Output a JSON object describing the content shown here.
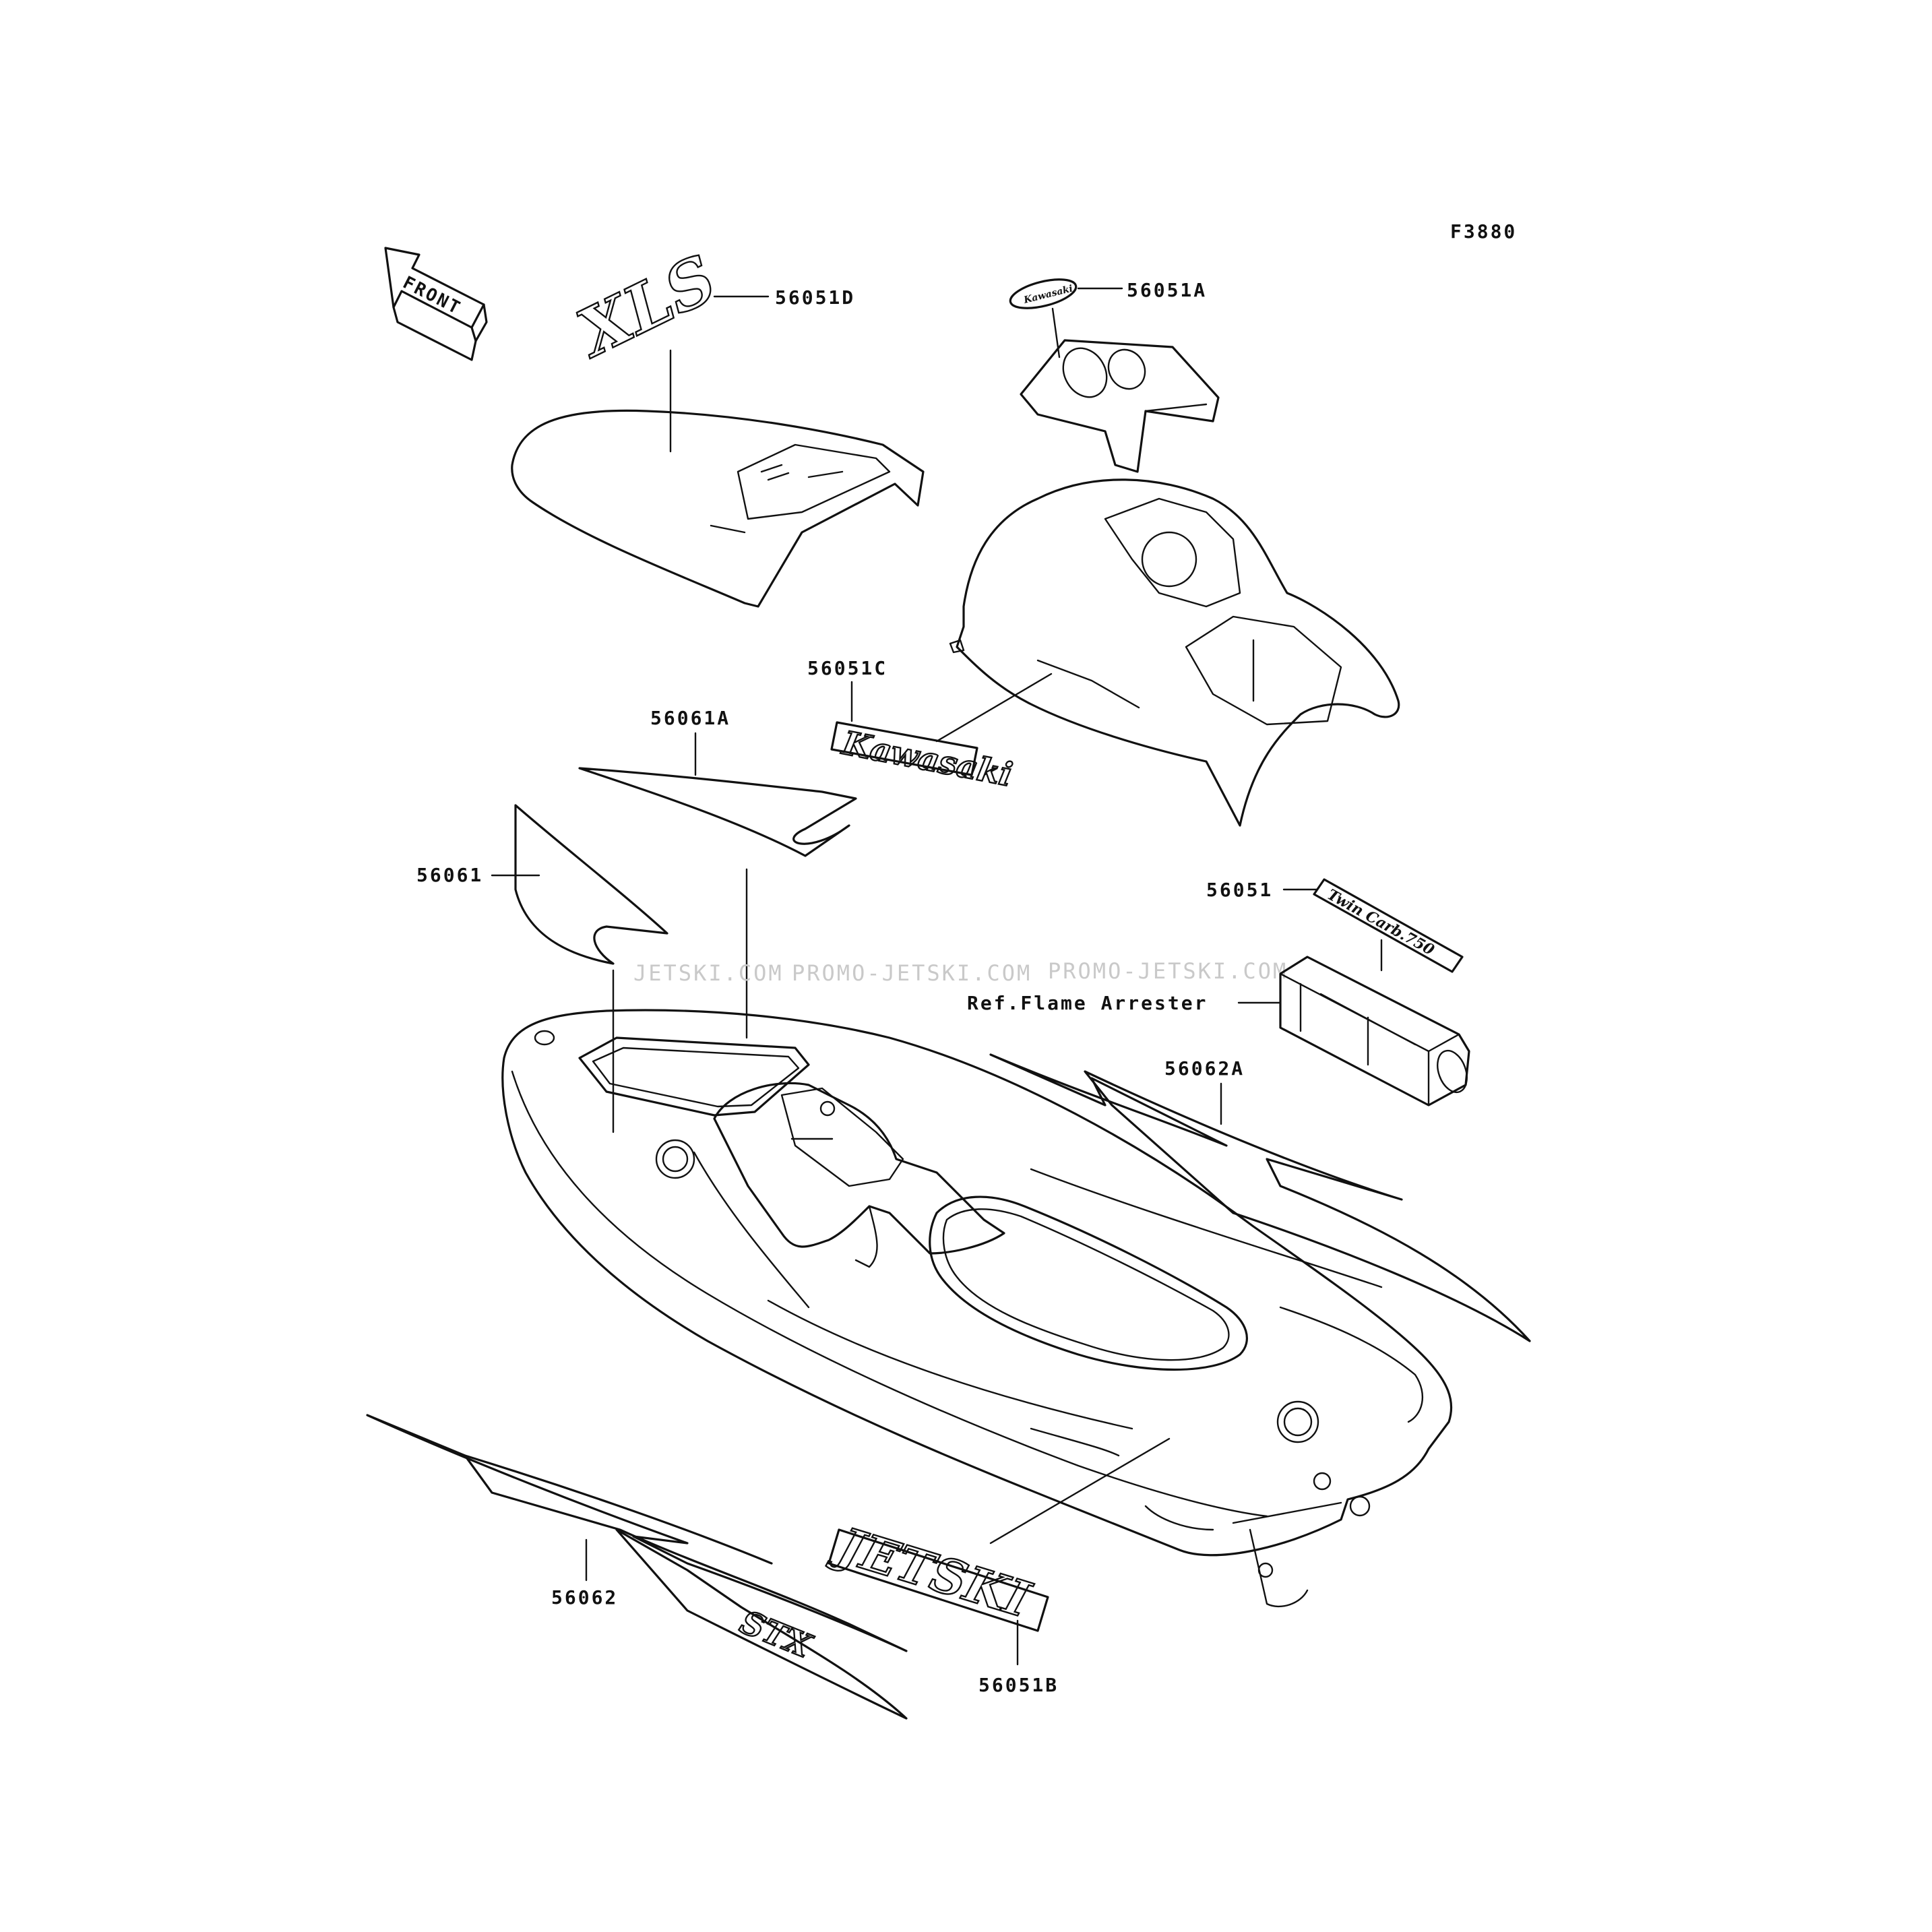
{
  "figure_code": "F3880",
  "front_arrow_label": "FRONT",
  "watermark": {
    "a": "JETSKI.COM",
    "b": "PROMO-JETSKI.COM",
    "c": "PROMO-JETSKI.COM"
  },
  "callouts": {
    "p56051D": "56051D",
    "p56051A": "56051A",
    "p56051C": "56051C",
    "p56061A": "56061A",
    "p56061": "56061",
    "p56051": "56051",
    "ref_flame": "Ref.Flame Arrester",
    "p56062A": "56062A",
    "p56062": "56062",
    "p56051B": "56051B"
  },
  "decals": {
    "xls": "XLS",
    "kawasaki": "Kawasaki",
    "twin_carb": "Twin Carb.750",
    "jet_ski": "JETSKI",
    "stx": "STX",
    "badge": "Kawasaki"
  }
}
